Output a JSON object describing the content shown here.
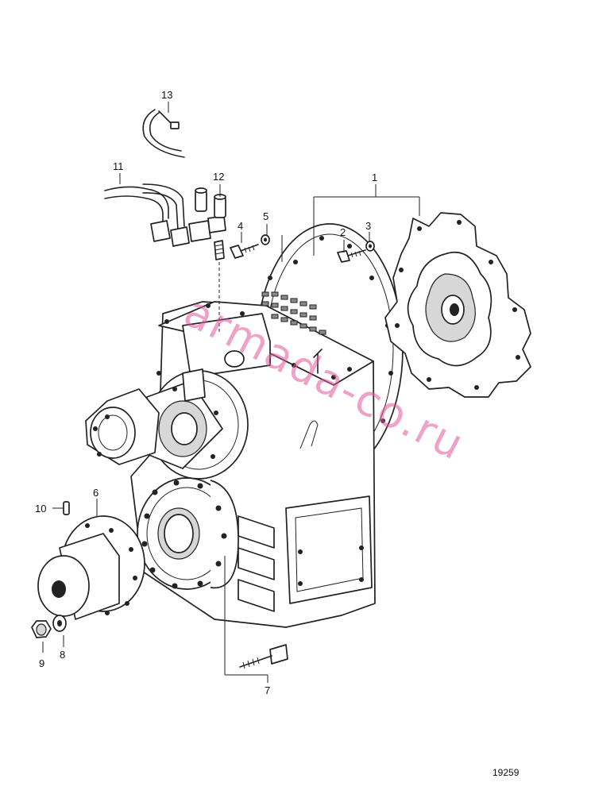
{
  "parts": [
    {
      "id": "part-1",
      "number": "1"
    },
    {
      "id": "part-2",
      "number": "2"
    },
    {
      "id": "part-3",
      "number": "3"
    },
    {
      "id": "part-4",
      "number": "4"
    },
    {
      "id": "part-5",
      "number": "5"
    },
    {
      "id": "part-6",
      "number": "6"
    },
    {
      "id": "part-7",
      "number": "7"
    },
    {
      "id": "part-8",
      "number": "8"
    },
    {
      "id": "part-9",
      "number": "9"
    },
    {
      "id": "part-10",
      "number": "10"
    },
    {
      "id": "part-11",
      "number": "11"
    },
    {
      "id": "part-12",
      "number": "12"
    },
    {
      "id": "part-13",
      "number": "13"
    }
  ],
  "figure_number": "19259",
  "watermark": "armada-co.ru"
}
